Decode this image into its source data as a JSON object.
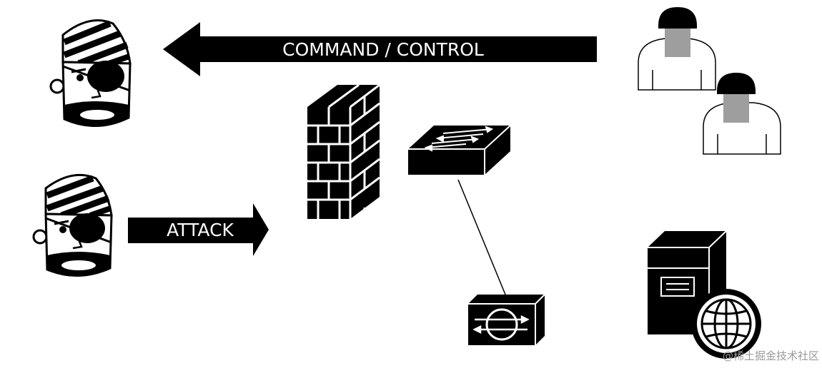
{
  "labels": {
    "command_control": "COMMAND / CONTROL",
    "attack": "ATTACK"
  },
  "watermark": "@稀土掘金技术社区",
  "icons": {
    "attacker_top": "pirate-attacker-icon",
    "attacker_bottom": "pirate-attacker-icon",
    "firewall": "firewall-brick-wall-icon",
    "switch": "network-switch-icon",
    "router": "router-icon",
    "user_top": "user-icon",
    "user_bottom": "user-icon",
    "server": "web-server-icon",
    "globe": "globe-icon"
  },
  "colors": {
    "ink": "#000000",
    "face_gray": "#9e9e9e",
    "background": "#ffffff"
  }
}
